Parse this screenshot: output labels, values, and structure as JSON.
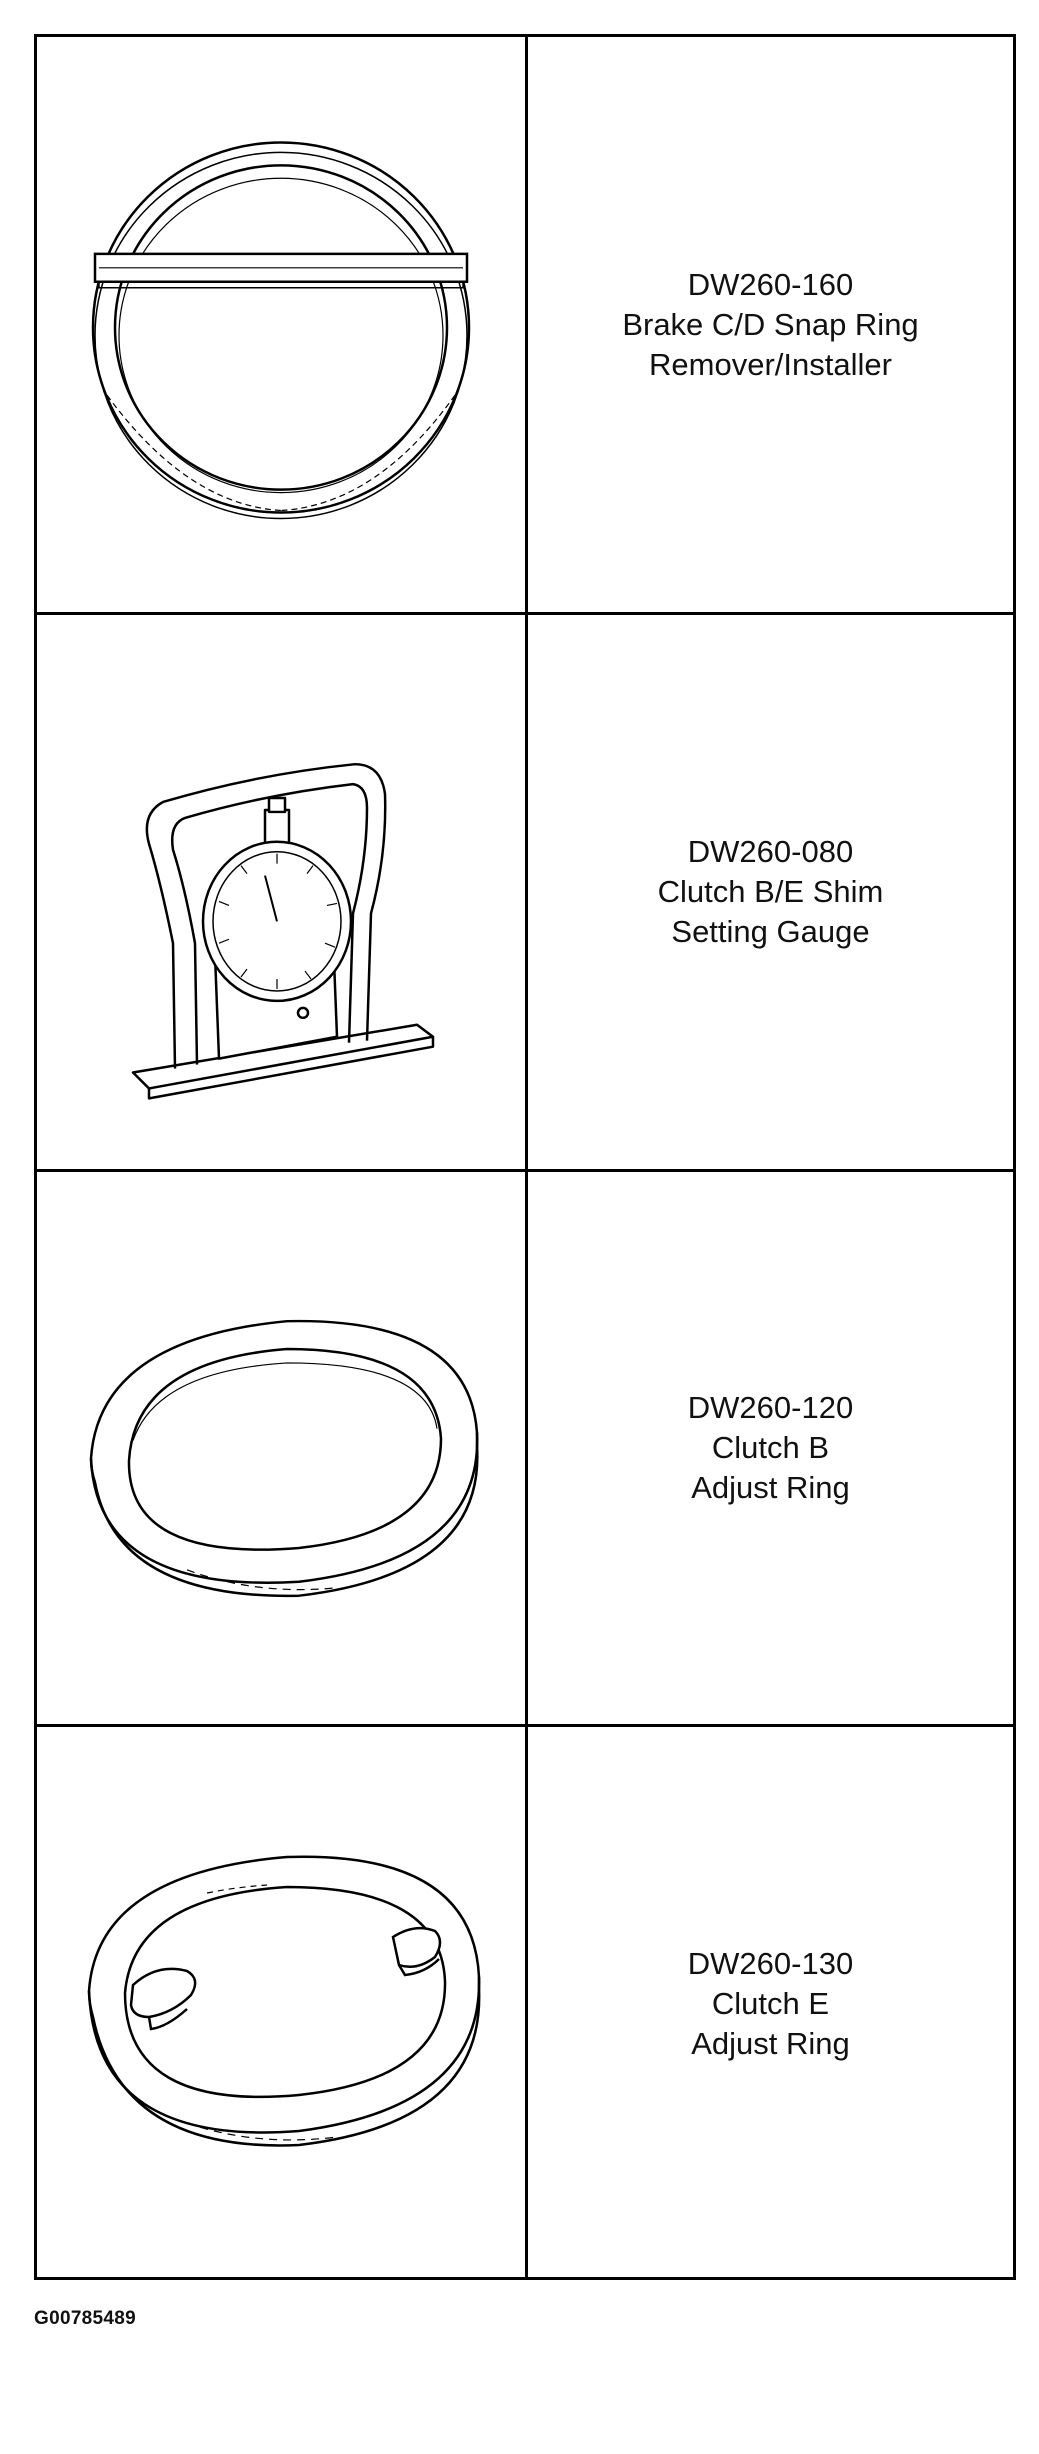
{
  "tools": [
    {
      "part_number": "DW260-160",
      "line1": "Brake C/D Snap Ring",
      "line2": "Remover/Installer",
      "icon": "snap-ring-tool-icon"
    },
    {
      "part_number": "DW260-080",
      "line1": "Clutch B/E Shim",
      "line2": "Setting Gauge",
      "icon": "dial-gauge-icon"
    },
    {
      "part_number": "DW260-120",
      "line1": "Clutch B",
      "line2": "Adjust Ring",
      "icon": "adjust-ring-icon"
    },
    {
      "part_number": "DW260-130",
      "line1": "Clutch E",
      "line2": "Adjust Ring",
      "icon": "notched-adjust-ring-icon"
    }
  ],
  "figure_id": "G00785489"
}
